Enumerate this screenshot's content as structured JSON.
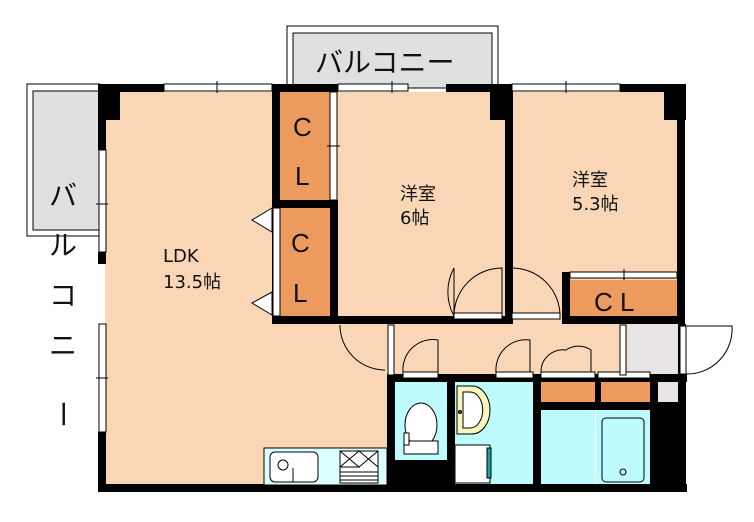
{
  "floorplan": {
    "colors": {
      "room": "#f9d7b6",
      "closet": "#ec9a5d",
      "wet_area": "#bdfbff",
      "balcony": "#e0e0e0",
      "entrance": "#e8e4e4",
      "wall": "#000000",
      "basin": "#f8f6bd",
      "washer_accent": "#1aa6a0"
    },
    "balcony_top": {
      "label": "バルコニー"
    },
    "balcony_left": {
      "chars": [
        "バ",
        "ル",
        "コ",
        "ニ",
        "ー"
      ]
    },
    "ldk": {
      "name": "LDK",
      "size": "13.5帖"
    },
    "bedroom1": {
      "name": "洋室",
      "size": "6帖"
    },
    "bedroom2": {
      "name": "洋室",
      "size": "5.3帖"
    },
    "closets": [
      {
        "id": "cl-upper-left",
        "chars": [
          "C",
          "L"
        ]
      },
      {
        "id": "cl-lower-left",
        "chars": [
          "C",
          "L"
        ]
      },
      {
        "id": "cl-right",
        "label": "C L"
      }
    ]
  }
}
